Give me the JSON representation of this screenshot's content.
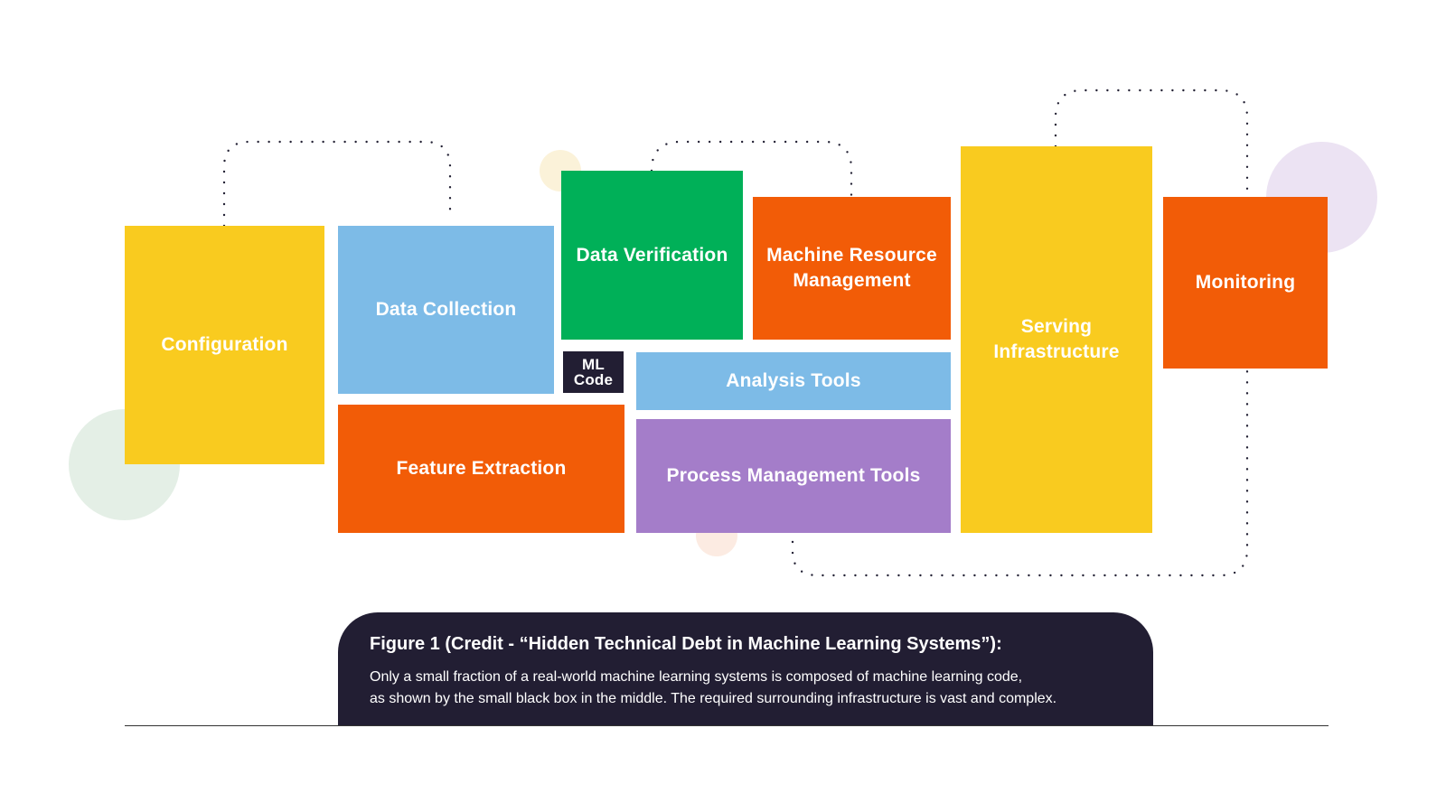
{
  "colors": {
    "yellow": "#f9cb1f",
    "blue": "#7dbbe7",
    "green": "#00b058",
    "orange": "#f25c07",
    "purple": "#a47dc9",
    "dark": "#221e33",
    "circle_green": "#e4efe6",
    "circle_yellow": "#fbf2d9",
    "circle_purple": "#ece3f3",
    "circle_peach": "#fcebe2"
  },
  "diagram": {
    "components": [
      {
        "id": "configuration",
        "label": "Configuration"
      },
      {
        "id": "data-collection",
        "label": "Data Collection"
      },
      {
        "id": "feature-extraction",
        "label": "Feature Extraction"
      },
      {
        "id": "data-verification",
        "label": "Data Verification"
      },
      {
        "id": "ml-code",
        "label": "ML\nCode"
      },
      {
        "id": "machine-resource-management",
        "label": "Machine Resource\nManagement"
      },
      {
        "id": "analysis-tools",
        "label": "Analysis Tools"
      },
      {
        "id": "process-management-tools",
        "label": "Process Management Tools"
      },
      {
        "id": "serving-infrastructure",
        "label": "Serving\nInfrastructure"
      },
      {
        "id": "monitoring",
        "label": "Monitoring"
      }
    ],
    "connectors": [
      {
        "from": "configuration",
        "to": "data-collection"
      },
      {
        "from": "data-verification",
        "to": "machine-resource-management"
      },
      {
        "from": "serving-infrastructure",
        "to": "monitoring"
      },
      {
        "from": "process-management-tools",
        "to": "monitoring"
      }
    ]
  },
  "caption": {
    "title": "Figure 1 (Credit - “Hidden Technical Debt in Machine Learning Systems”):",
    "body_line1": "Only a small fraction of a real-world machine learning systems is composed of machine learning code,",
    "body_line2": "as shown by the small black box in the middle. The required surrounding infrastructure is vast and complex."
  }
}
